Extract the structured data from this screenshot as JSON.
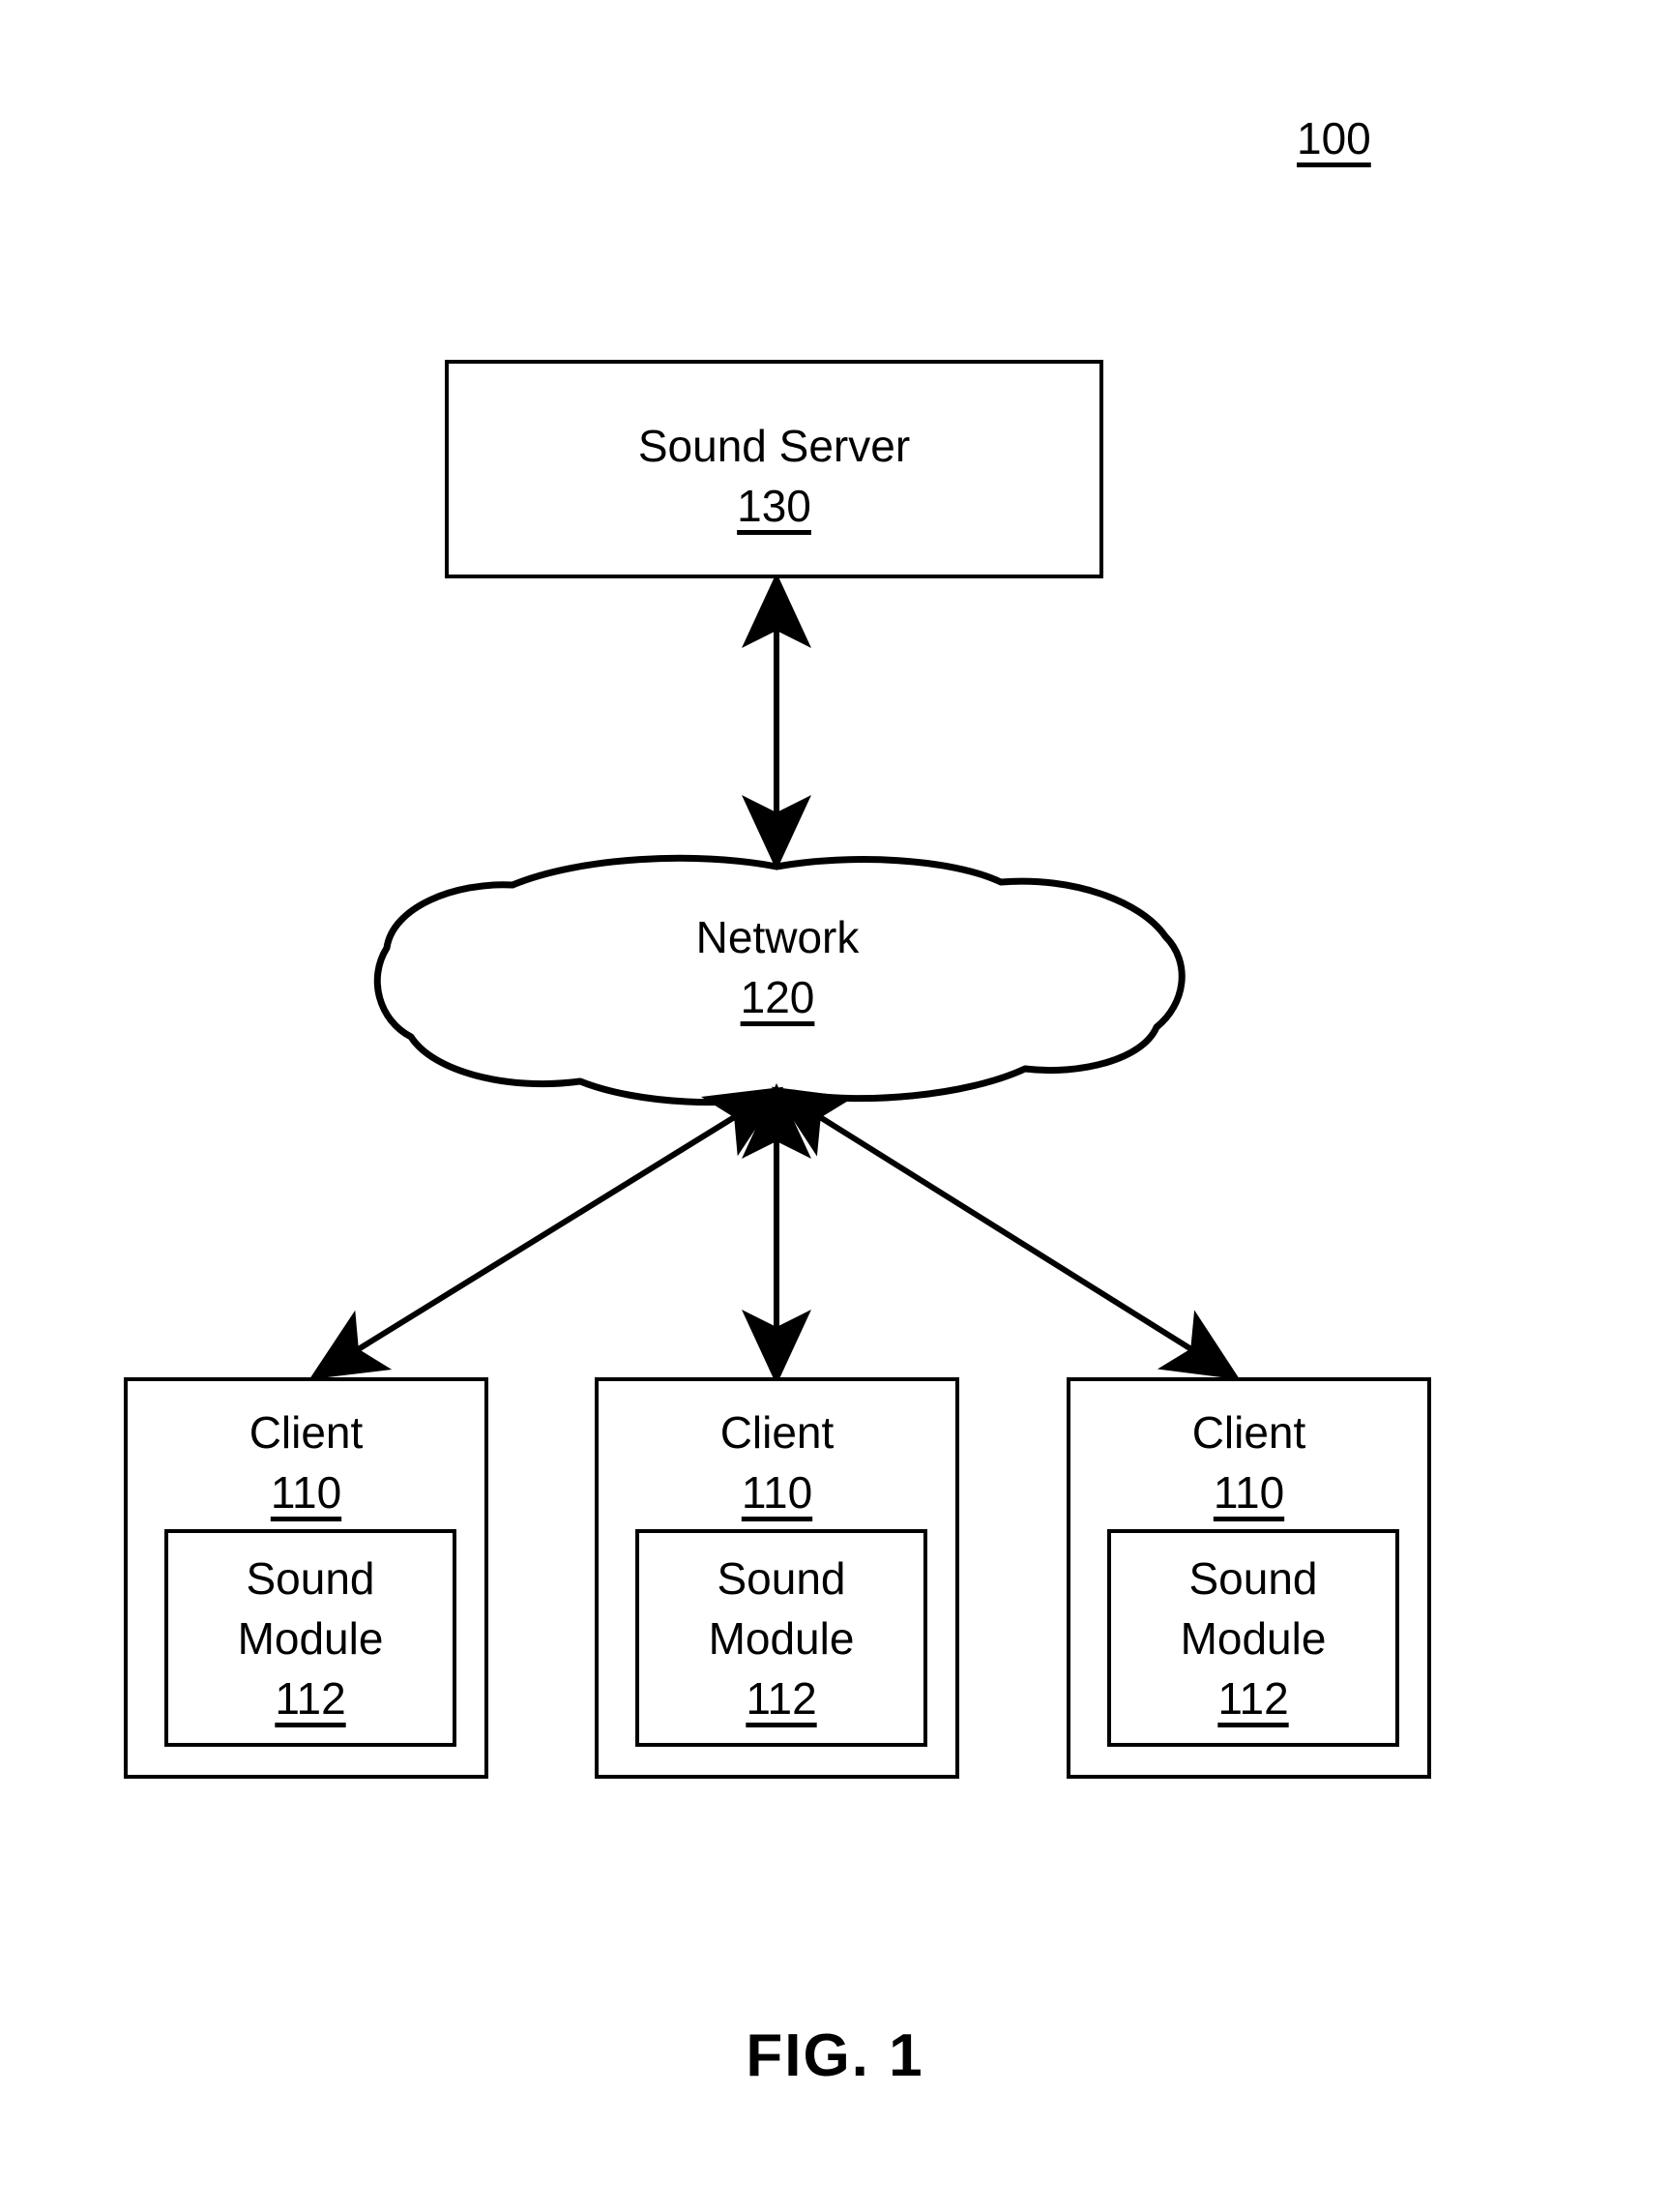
{
  "figure": {
    "reference_number": "100",
    "caption": "FIG. 1",
    "stroke_color": "#000000",
    "background_color": "#ffffff"
  },
  "nodes": {
    "server": {
      "label": "Sound Server",
      "ref": "130"
    },
    "network": {
      "label": "Network",
      "ref": "120"
    },
    "clients": [
      {
        "label": "Client",
        "ref": "110",
        "module": {
          "line1": "Sound",
          "line2": "Module",
          "ref": "112"
        }
      },
      {
        "label": "Client",
        "ref": "110",
        "module": {
          "line1": "Sound",
          "line2": "Module",
          "ref": "112"
        }
      },
      {
        "label": "Client",
        "ref": "110",
        "module": {
          "line1": "Sound",
          "line2": "Module",
          "ref": "112"
        }
      }
    ]
  },
  "connections": [
    {
      "from": "server",
      "to": "network",
      "style": "double-headed-arrow"
    },
    {
      "from": "network",
      "to": "client-0",
      "style": "double-headed-arrow"
    },
    {
      "from": "network",
      "to": "client-1",
      "style": "double-headed-arrow"
    },
    {
      "from": "network",
      "to": "client-2",
      "style": "double-headed-arrow"
    }
  ]
}
